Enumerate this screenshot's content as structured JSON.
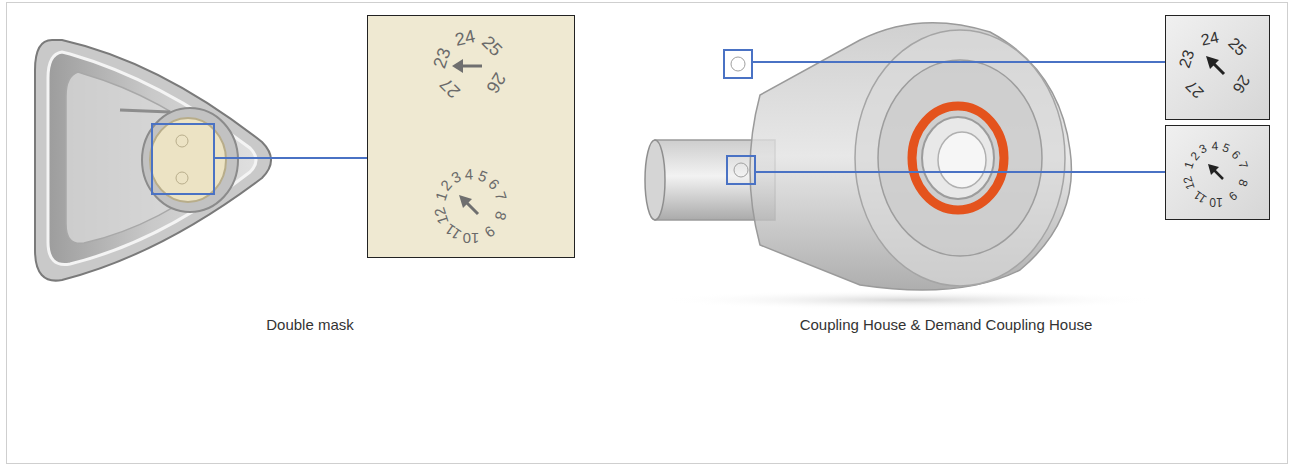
{
  "diagram": {
    "nodes": [
      {
        "text": [
          "23",
          "24",
          "25",
          "26",
          "27",
          "1",
          "2",
          "3",
          "4",
          "5",
          "6",
          "7",
          "8",
          "9",
          "10",
          "11",
          "12"
        ]
      },
      {
        "text": [
          "23",
          "24",
          "25",
          "26",
          "27"
        ]
      },
      {
        "text": [
          "1",
          "2",
          "3",
          "4",
          "5",
          "6",
          "7",
          "8",
          "9",
          "10",
          "11",
          "12"
        ]
      }
    ],
    "labels": [
      "Double mask",
      "Coupling House & Demand Coupling House"
    ]
  }
}
